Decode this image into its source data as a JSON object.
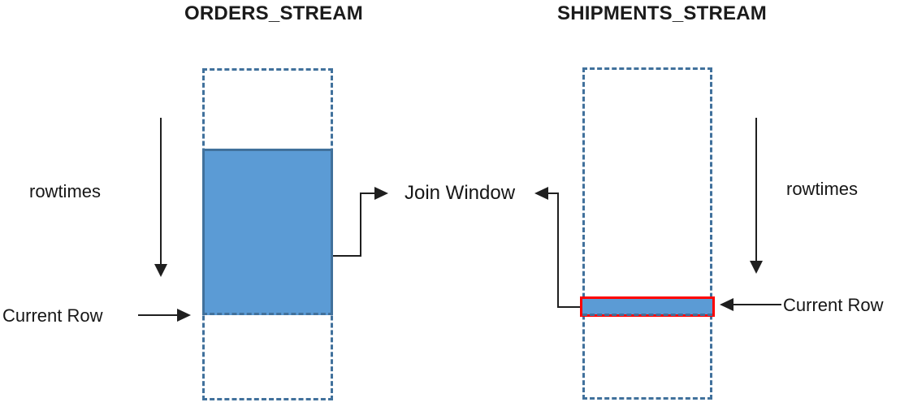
{
  "diagram": {
    "orders": {
      "title": "ORDERS_STREAM",
      "rowtimes_label": "rowtimes",
      "current_row_label": "Current Row"
    },
    "shipments": {
      "title": "SHIPMENTS_STREAM",
      "rowtimes_label": "rowtimes",
      "current_row_label": "Current Row"
    },
    "join_window_label": "Join Window",
    "colors": {
      "window_fill": "#5B9BD5",
      "stream_border": "#41719C",
      "current_row_border": "#FF0000",
      "line": "#1F1F1F"
    }
  }
}
